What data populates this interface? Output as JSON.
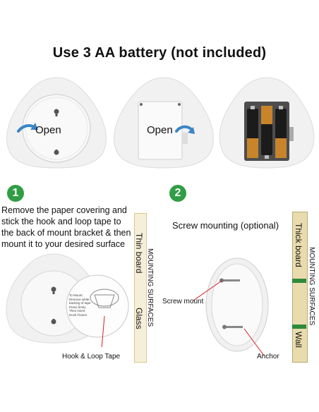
{
  "title": "Use 3 AA battery (not included)",
  "panels": {
    "open_left": "Open",
    "open_middle": "Open"
  },
  "step1": {
    "number": "1",
    "text_lines": [
      "Remove the paper covering and",
      "stick the hook and loop tape to",
      "the back of mount bracket & then",
      "mount it to your desired surface"
    ],
    "tape_label": "Hook & Loop Tape",
    "mounting_surfaces": "MOUNTING SURFACES",
    "thin_board": "Thin board",
    "glass": "Glass",
    "tape_sheet_lines": [
      "To Mount:",
      "Remove white",
      "backing of tape",
      "",
      "Press firmly",
      "Then insert",
      "Dock Fixture"
    ]
  },
  "step2": {
    "number": "2",
    "heading": "Screw mounting (optional)",
    "screw_mount": "Screw mount",
    "anchor": "Anchor",
    "mounting_surfaces": "MOUNTING SURFACES",
    "thick_board": "Thick board",
    "wall": "Wall"
  },
  "colors": {
    "badge_green": "#2f9e44",
    "arrow_blue": "#3a85c6",
    "board_tan": "#e8dcae",
    "annotation_red": "#d32020",
    "wall_green": "#2f8a3a"
  },
  "icons": {
    "arrow": "curved-arrow-icon",
    "battery": "aa-battery-icon",
    "screw": "screw-icon"
  }
}
